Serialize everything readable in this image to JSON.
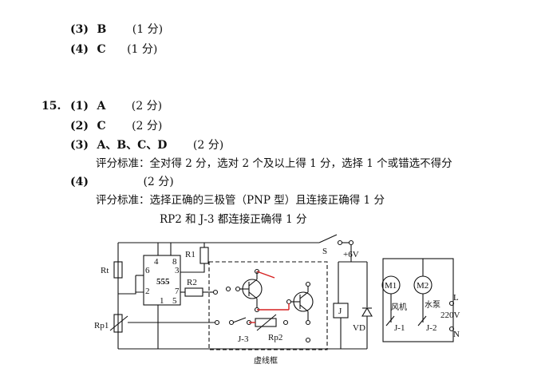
{
  "answers_prev": [
    {
      "num": "(3)",
      "ans": "B",
      "score": "(1 分)"
    },
    {
      "num": "(4)",
      "ans": "C",
      "score": "(1 分)"
    }
  ],
  "q15": {
    "label": "15.",
    "items": [
      {
        "num": "(1)",
        "ans": "A",
        "score": "(2 分)"
      },
      {
        "num": "(2)",
        "ans": "C",
        "score": "(2 分)"
      },
      {
        "num": "(3)",
        "ans": "A、B、C、D",
        "score": "(2 分)"
      }
    ],
    "criteria3": "评分标准：全对得 2 分，选对 2 个及以上得 1 分，选择 1 个或错选不得分",
    "item4_num": "(4)",
    "item4_score": "(2 分)",
    "criteria4_line1": "评分标准：选择正确的三极管（PNP 型）且连接正确得 1 分",
    "criteria4_line2": "RP2 和 J-3 都连接正确得 1 分"
  },
  "circuit": {
    "Rt": "Rt",
    "Rp1": "Rp1",
    "R1": "R1",
    "R2": "R2",
    "ic": "555",
    "pin4": "4",
    "pin8": "8",
    "pin6": "6",
    "pin3": "3",
    "pin2": "2",
    "pin7": "7",
    "pin1": "1",
    "pin5": "5",
    "S": "S",
    "v6": "+6V",
    "J": "J",
    "VD": "VD",
    "J3": "J-3",
    "Rp2": "Rp2",
    "box": "虚线框",
    "M1": "M1",
    "M2": "M2",
    "fan": "风机",
    "pump": "水泵",
    "L": "L",
    "V220": "220V",
    "N": "N",
    "J1": "J-1",
    "J2": "J-2"
  }
}
